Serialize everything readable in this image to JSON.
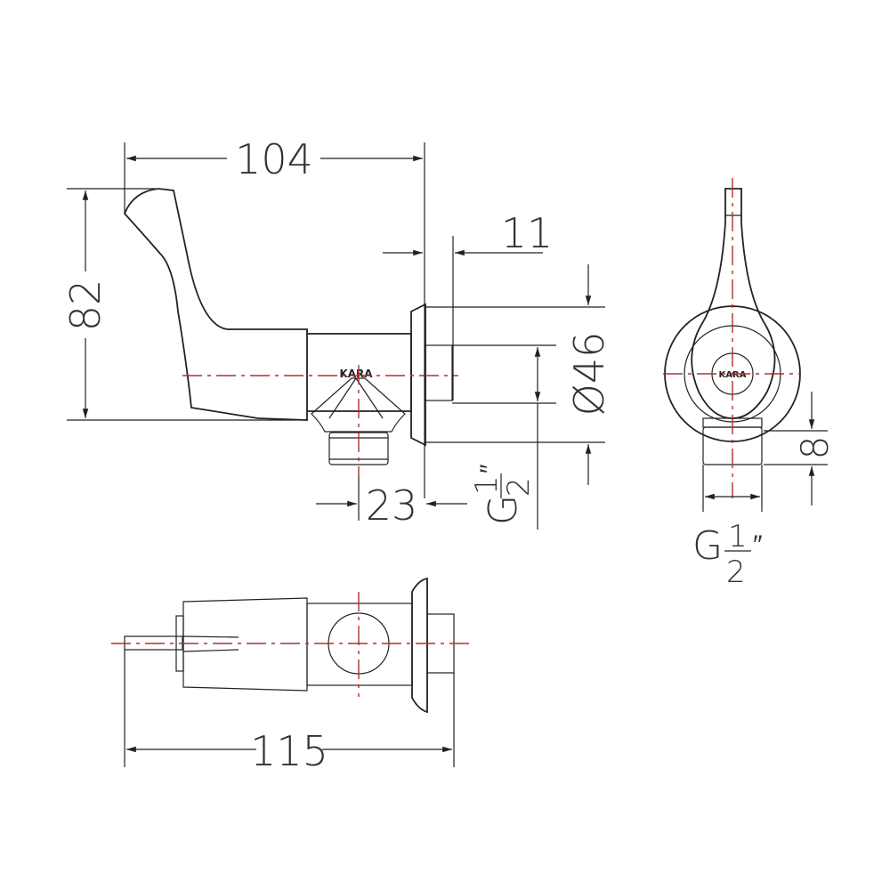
{
  "drawing": {
    "type": "technical-dimension-drawing",
    "subject": "wall-mounted lever faucet",
    "views": [
      "side",
      "front",
      "top"
    ],
    "colors": {
      "line": "#222222",
      "centerline": "#b03030",
      "background": "#ffffff"
    }
  },
  "dimensions": {
    "side_width": "104",
    "side_height": "82",
    "flange_depth": "11",
    "flange_diameter": "Ø46",
    "outlet_offset": "23",
    "side_thread": {
      "prefix": "G",
      "num": "1",
      "den": "2",
      "unit": "″"
    },
    "front_thread": {
      "prefix": "G",
      "num": "1",
      "den": "2",
      "unit": "″"
    },
    "front_thread_len": "8",
    "top_length": "115"
  },
  "labels": {
    "logo_side": "KARA",
    "logo_front": "KARA"
  }
}
